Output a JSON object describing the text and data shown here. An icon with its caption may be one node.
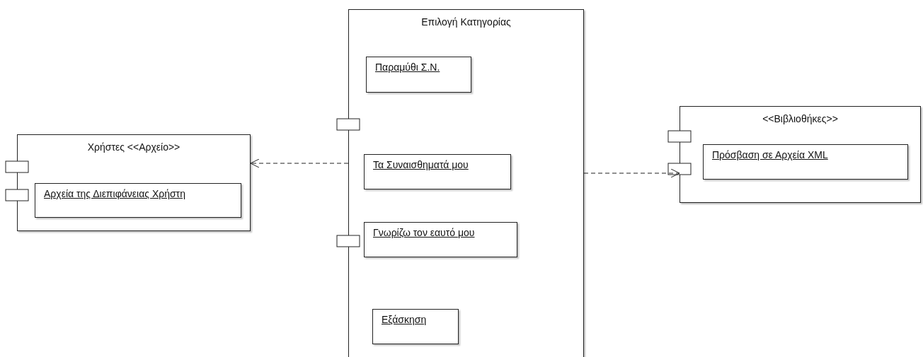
{
  "diagram": {
    "nodes": [
      {
        "text": [
          "Χρήστες <<Αρχείο>>"
        ]
      },
      {
        "text": [
          "Αρχεία της Διεπιφάνειας Χρήστη"
        ],
        "in": 0
      },
      {
        "text": [
          "Επιλογή Κατηγορίας"
        ]
      },
      {
        "text": [
          "Παραμύθι Σ.Ν."
        ],
        "in": 2
      },
      {
        "text": [
          "Τα Συναισθηματά μου"
        ],
        "in": 2
      },
      {
        "text": [
          "Γνωρίζω τον εαυτό μου"
        ],
        "in": 2
      },
      {
        "text": [
          "Εξάσκηση"
        ],
        "in": 2
      },
      {
        "text": [
          "<<Βιβλιοθήκες>>"
        ]
      },
      {
        "text": [
          "Πρόσβαση σε Αρχεία XML"
        ],
        "in": 7
      }
    ],
    "edges": [
      {
        "from": 2,
        "to": 0,
        "arrow": "to",
        "style": "dashed"
      },
      {
        "from": 2,
        "to": 7,
        "arrow": "to",
        "style": "dashed"
      }
    ]
  }
}
